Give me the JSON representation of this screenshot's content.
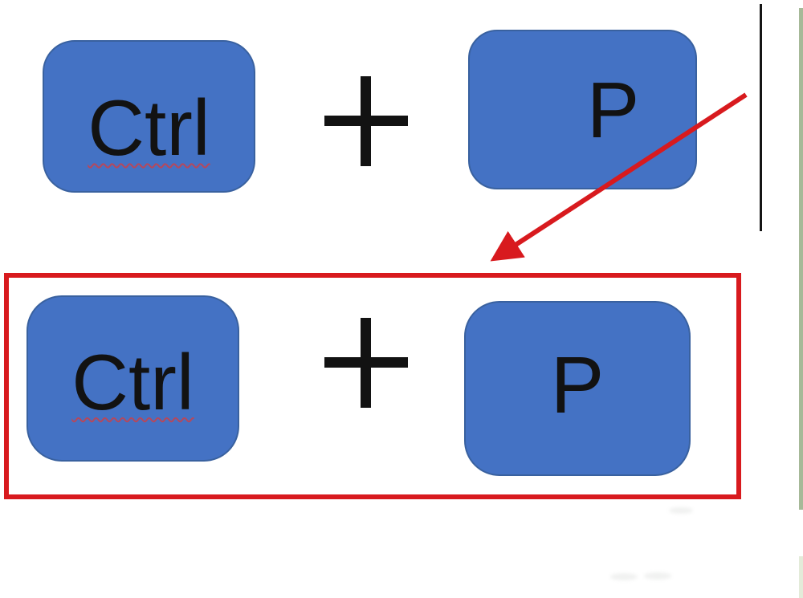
{
  "title": "Ctrl plus P keyboard shortcut diagram",
  "colors": {
    "background": "#FFFFFF",
    "key_fill": "#4472C4",
    "key_border": "#39619F",
    "key_text": "#121212",
    "plus_black": "#121212",
    "annotation_red": "#D81A1E",
    "spellcheck_squiggle": "#B5485C",
    "divider_black": "#151515",
    "edge_strip_green": "#A6B998",
    "edge_strip_green_light": "#E3EBD9"
  },
  "top_row": {
    "ctrl_key_label": "Ctrl",
    "plus_sign": "+",
    "p_key_label": "P"
  },
  "bottom_row": {
    "ctrl_key_label": "Ctrl",
    "plus_sign": "+",
    "p_key_label": "P"
  }
}
